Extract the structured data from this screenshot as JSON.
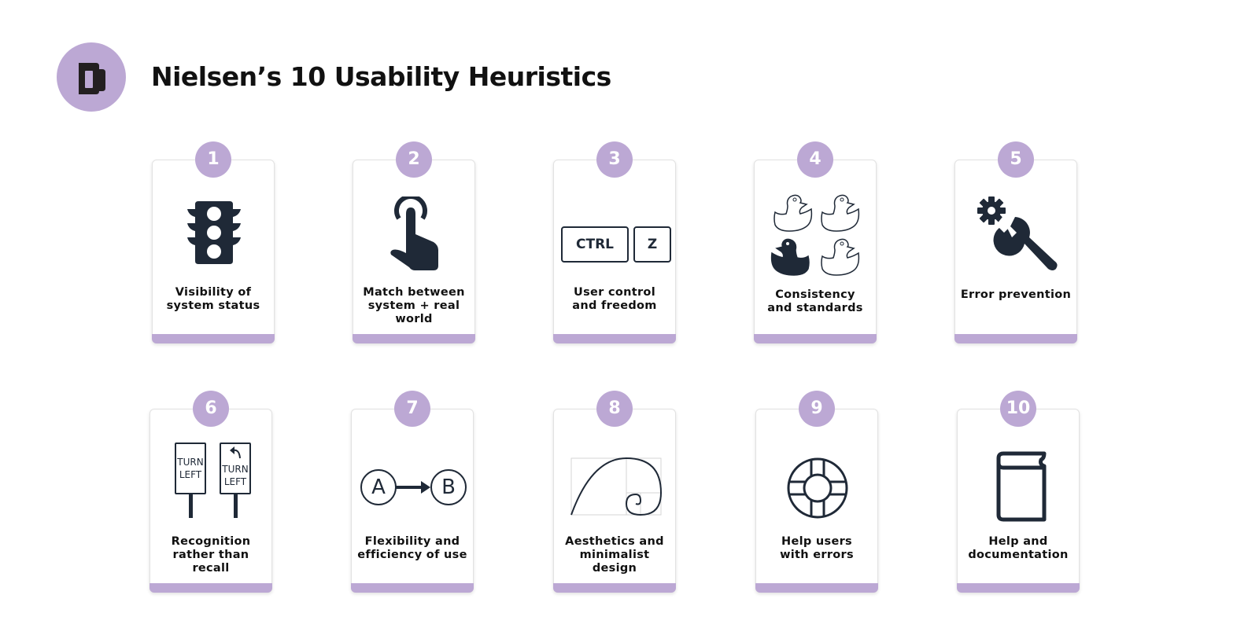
{
  "header": {
    "title": "Nielsen’s 10 Usability Heuristics",
    "logo_icon": "nn-logo-icon"
  },
  "colors": {
    "accent": "#bca8d4",
    "icon_dark": "#1f2937",
    "text": "#111111",
    "card_border": "#e2e2e2"
  },
  "heuristics": [
    {
      "number": "1",
      "label_line1": "Visibility of",
      "label_line2": "system status",
      "label_line3": "",
      "icon": "traffic-light-icon"
    },
    {
      "number": "2",
      "label_line1": "Match between",
      "label_line2": "system + real",
      "label_line3": "world",
      "icon": "tap-finger-icon"
    },
    {
      "number": "3",
      "label_line1": "User control",
      "label_line2": "and freedom",
      "label_line3": "",
      "icon": "ctrl-z-keys-icon",
      "key1": "CTRL",
      "key2": "Z"
    },
    {
      "number": "4",
      "label_line1": "Consistency",
      "label_line2": "and standards",
      "label_line3": "",
      "icon": "ducks-icon"
    },
    {
      "number": "5",
      "label_line1": "Error prevention",
      "label_line2": "",
      "label_line3": "",
      "icon": "gear-wrench-icon"
    },
    {
      "number": "6",
      "label_line1": "Recognition",
      "label_line2": "rather than recall",
      "label_line3": "",
      "icon": "turn-left-signs-icon",
      "sign_line1": "TURN",
      "sign_line2": "LEFT"
    },
    {
      "number": "7",
      "label_line1": "Flexibility and",
      "label_line2": "efficiency of use",
      "label_line3": "",
      "icon": "a-to-b-icon",
      "node_a": "A",
      "node_b": "B"
    },
    {
      "number": "8",
      "label_line1": "Aesthetics and",
      "label_line2": "minimalist design",
      "label_line3": "",
      "icon": "golden-spiral-icon"
    },
    {
      "number": "9",
      "label_line1": "Help users",
      "label_line2": "with errors",
      "label_line3": "",
      "icon": "life-ring-icon"
    },
    {
      "number": "10",
      "label_line1": "Help and",
      "label_line2": "documentation",
      "label_line3": "",
      "icon": "book-icon"
    }
  ]
}
